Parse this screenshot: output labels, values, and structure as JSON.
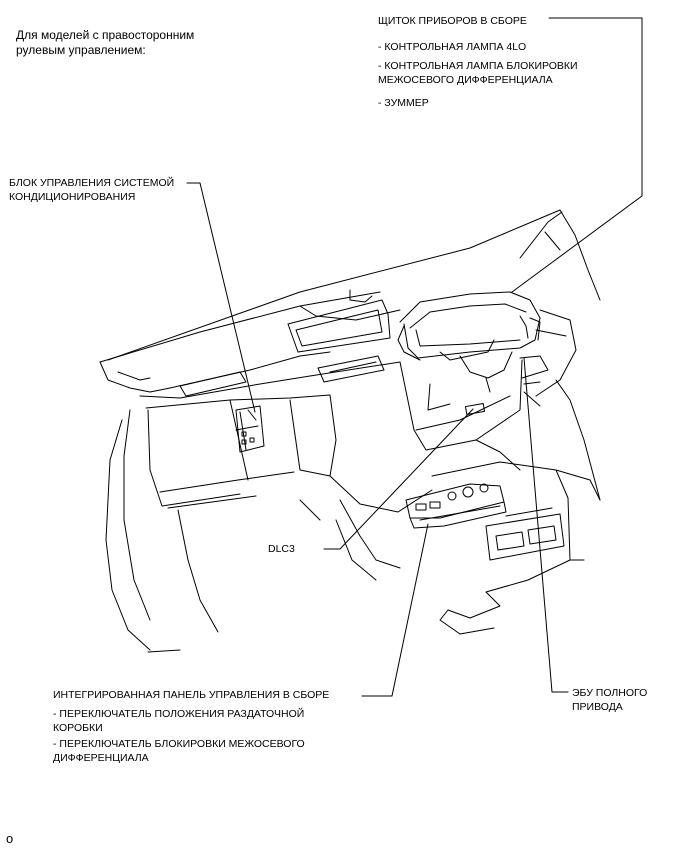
{
  "note": "Для моделей с правосторонним\nрулевым управлением:",
  "callouts": {
    "instrument_panel": {
      "title": "ЩИТОК ПРИБОРОВ В СБОРЕ",
      "items": [
        "- КОНТРОЛЬНАЯ ЛАМПА 4LO",
        "- КОНТРОЛЬНАЯ ЛАМПА БЛОКИРОВКИ\nМЕЖОСЕВОГО ДИФФЕРЕНЦИАЛА",
        "- ЗУММЕР"
      ]
    },
    "ac_unit": {
      "title": "БЛОК УПРАВЛЕНИЯ СИСТЕМОЙ\nКОНДИЦИОНИРОВАНИЯ"
    },
    "dlc3": {
      "title": "DLC3"
    },
    "ecu_4wd": {
      "title": "ЭБУ ПОЛНОГО\nПРИВОДА"
    },
    "integrated_panel": {
      "title": "ИНТЕГРИРОВАННАЯ ПАНЕЛЬ УПРАВЛЕНИЯ В СБОРЕ",
      "items": [
        "- ПЕРЕКЛЮЧАТЕЛЬ ПОЛОЖЕНИЯ РАЗДАТОЧНОЙ\nКОРОБКИ",
        "- ПЕРЕКЛЮЧАТЕЛЬ БЛОКИРОВКИ МЕЖОСЕВОГО\nДИФФЕРЕНЦИАЛА"
      ]
    }
  },
  "figure_code": "o"
}
